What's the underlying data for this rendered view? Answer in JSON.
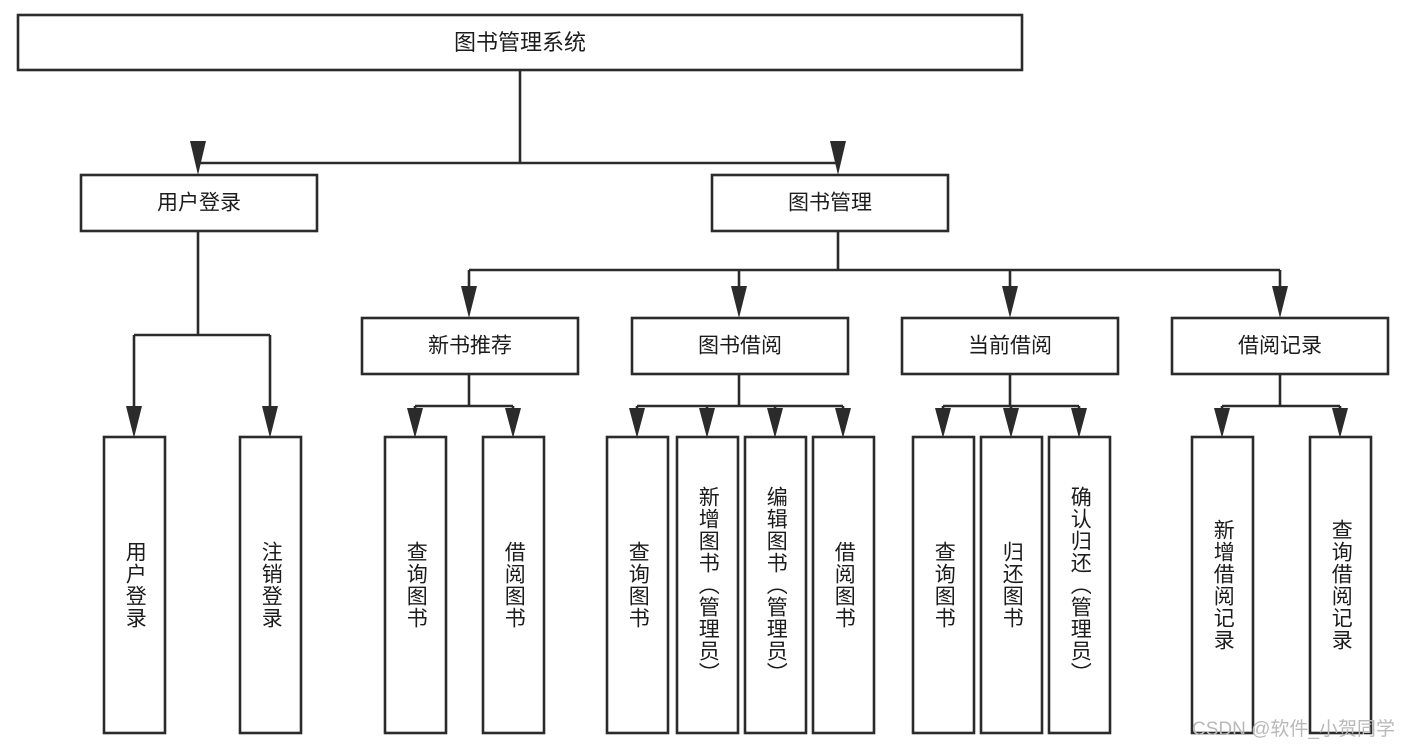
{
  "diagram": {
    "title": "图书管理系统",
    "type": "功能结构图",
    "root": {
      "id": "root",
      "label": "图书管理系统"
    },
    "level2": [
      {
        "id": "user-login",
        "label": "用户登录"
      },
      {
        "id": "book-manage",
        "label": "图书管理"
      }
    ],
    "level3": [
      {
        "id": "new-book-recommend",
        "label": "新书推荐",
        "parent": "book-manage"
      },
      {
        "id": "book-borrow",
        "label": "图书借阅",
        "parent": "book-manage"
      },
      {
        "id": "current-borrow",
        "label": "当前借阅",
        "parent": "book-manage"
      },
      {
        "id": "borrow-record",
        "label": "借阅记录",
        "parent": "book-manage"
      }
    ],
    "leaves": {
      "user-login": [
        {
          "id": "leaf-user-login",
          "label": "用户登录"
        },
        {
          "id": "leaf-logout-login",
          "label": "注销登录"
        }
      ],
      "new-book-recommend": [
        {
          "id": "leaf-query-book-1",
          "label": "查询图书"
        },
        {
          "id": "leaf-borrow-book-1",
          "label": "借阅图书"
        }
      ],
      "book-borrow": [
        {
          "id": "leaf-query-book-2",
          "label": "查询图书"
        },
        {
          "id": "leaf-add-book-admin",
          "label": "新增图书（管理员）"
        },
        {
          "id": "leaf-edit-book-admin",
          "label": "编辑图书（管理员）"
        },
        {
          "id": "leaf-borrow-book-2",
          "label": "借阅图书"
        }
      ],
      "current-borrow": [
        {
          "id": "leaf-query-book-3",
          "label": "查询图书"
        },
        {
          "id": "leaf-return-book",
          "label": "归还图书"
        },
        {
          "id": "leaf-confirm-return-admin",
          "label": "确认归还（管理员）"
        }
      ],
      "borrow-record": [
        {
          "id": "leaf-add-borrow-record",
          "label": "新增借阅记录"
        },
        {
          "id": "leaf-query-borrow-record",
          "label": "查询借阅记录"
        }
      ]
    },
    "watermark": "CSDN @软件_小贺同学",
    "colors": {
      "box_stroke": "#2b2b2b",
      "box_fill": "#ffffff",
      "text": "#1c1c1c",
      "background": "#ffffff",
      "watermark": "#b9b9b9"
    }
  }
}
